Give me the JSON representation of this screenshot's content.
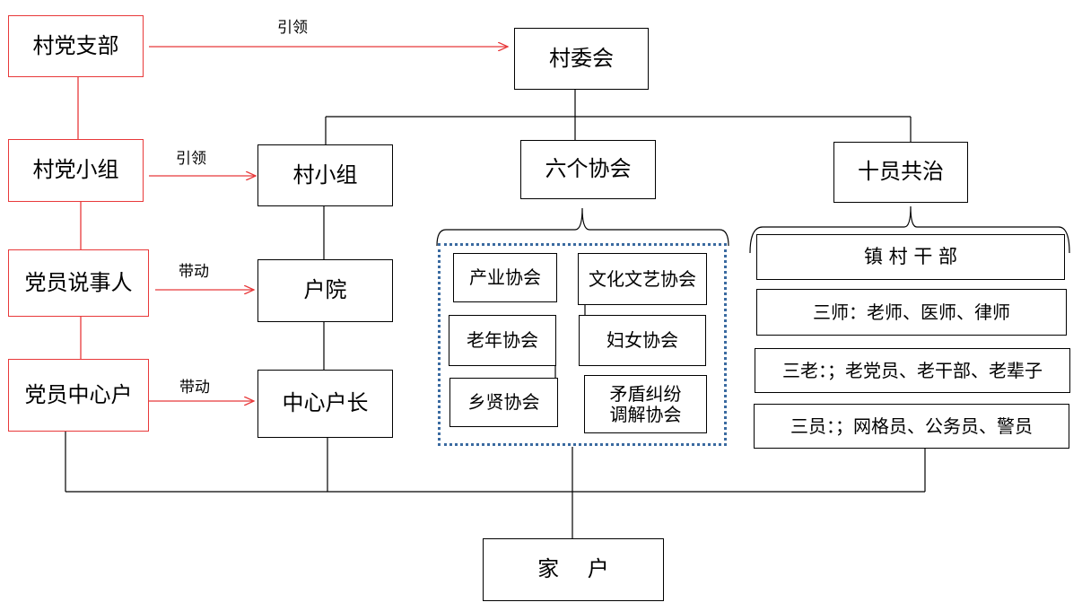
{
  "party": {
    "branch": "村党支部",
    "group": "村党小组",
    "speaker": "党员说事人",
    "central": "党员中心户"
  },
  "links": {
    "lead1": "引领",
    "lead2": "引领",
    "drive1": "带动",
    "drive2": "带动"
  },
  "admin": {
    "committee": "村委会",
    "village_group": "村小组",
    "courtyard": "户院",
    "central_head": "中心户长"
  },
  "associations": {
    "title": "六个协会",
    "items": [
      "产业协会",
      "文化文艺协会",
      "老年协会",
      "妇女协会",
      "乡贤协会",
      "矛盾纠纷\n调解协会"
    ]
  },
  "ten": {
    "title": "十员共治",
    "cadres": "镇 村 干 部",
    "three_teachers": "三师：老师、医师、律师",
    "three_elders": "三老：；老党员、老干部、老辈子",
    "three_members": "三员：；网格员、公务员、警员"
  },
  "household": "家　 户",
  "colors": {
    "red": "#e8393a",
    "blue_dotted": "#3a6aa0"
  }
}
